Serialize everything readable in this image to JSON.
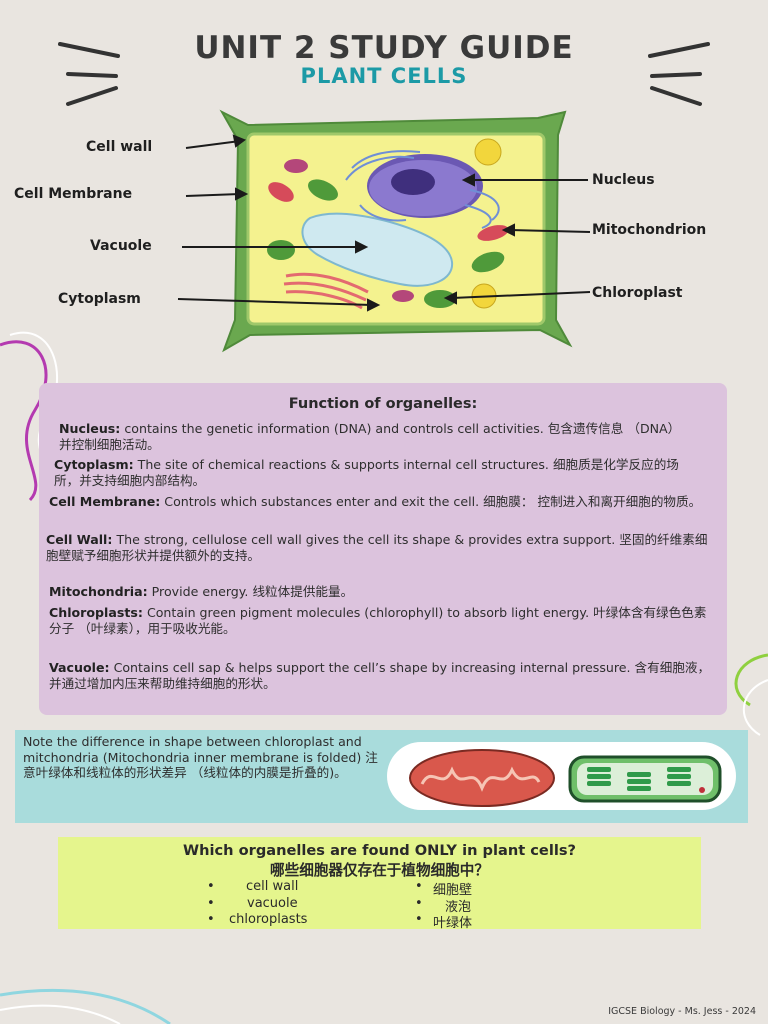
{
  "header": {
    "title": "UNIT 2 STUDY GUIDE",
    "subtitle": "PLANT CELLS"
  },
  "diagram": {
    "labels": {
      "cell_wall": "Cell wall",
      "cell_membrane": "Cell Membrane",
      "vacuole": "Vacuole",
      "cytoplasm": "Cytoplasm",
      "nucleus": "Nucleus",
      "mitochondrion": "Mitochondrion",
      "chloroplast": "Chloroplast"
    }
  },
  "functions": {
    "title": "Function of organelles:",
    "items": [
      {
        "term": "Nucleus:",
        "text": "contains the genetic information (DNA) and controls cell activities. 包含遗传信息 （DNA） 并控制细胞活动。"
      },
      {
        "term": "Cytoplasm:",
        "text": "The site of chemical reactions & supports internal cell structures. 细胞质是化学反应的场所，并支持细胞内部结构。"
      },
      {
        "term": "Cell Membrane:",
        "text": "Controls which substances enter and exit the cell. 细胞膜： 控制进入和离开细胞的物质。"
      },
      {
        "term": "Cell Wall:",
        "text": "The strong, cellulose cell wall gives the cell its shape & provides extra support. 坚固的纤维素细胞壁赋予细胞形状并提供额外的支持。"
      },
      {
        "term": "Mitochondria:",
        "text": "Provide energy. 线粒体提供能量。"
      },
      {
        "term": "Chloroplasts:",
        "text": "Contain green pigment molecules (chlorophyll) to absorb light energy. 叶绿体含有绿色色素分子 （叶绿素），用于吸收光能。"
      },
      {
        "term": "Vacuole:",
        "text": "Contains cell sap & helps support the cell’s shape by increasing internal pressure. 含有细胞液，并通过增加内压来帮助维持细胞的形状。"
      }
    ]
  },
  "note": {
    "text": "Note the difference in shape between chloroplast and mitchondria (Mitochondria inner membrane is folded) 注意叶绿体和线粒体的形状差异 （线粒体的内膜是折叠的)。"
  },
  "question": {
    "title": "Which organelles are found ONLY in plant cells?",
    "title_zh": "哪些细胞器仅存在于植物细胞中？",
    "english": [
      "cell wall",
      "vacuole",
      "chloroplasts"
    ],
    "chinese": [
      "细胞壁",
      "液泡",
      "叶绿体"
    ],
    "bullet": "•"
  },
  "footer": "IGCSE Biology - Ms. Jess - 2024",
  "colors": {
    "background": "#e9e5e0",
    "title": "#3a3a3a",
    "subtitle": "#1c9aa6",
    "function_box": "#dcc3dd",
    "note_box": "#a9dcdc",
    "question_box": "#e5f58d"
  }
}
